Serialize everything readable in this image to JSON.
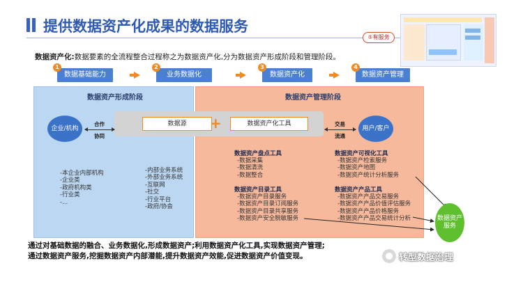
{
  "header": {
    "title": "提供数据资产化成果的数据服务",
    "tag": "⑤有服务"
  },
  "intro": {
    "label": "数据资产化:",
    "text": "数据要素的全流程整合过程称之为数据资产化,分为数据资产形成阶段和管理阶段。"
  },
  "steps": [
    {
      "num": "1",
      "label": "数据基础能力"
    },
    {
      "num": "2",
      "label": "业务数据化"
    },
    {
      "num": "3",
      "label": "数据资产化"
    },
    {
      "num": "4",
      "label": "数据资产管理"
    }
  ],
  "left_panel": {
    "title": "数据资产形成阶段",
    "entity": "企业/机构",
    "link_top": "合作",
    "link_bottom": "协同",
    "list_a": [
      "-本企业内部机构",
      "-企业类",
      "-政府机构类",
      "-行业类",
      "-..."
    ],
    "list_b": [
      "-内部业务系统",
      "-外部业务系统",
      "-互联网",
      "-社交",
      "-行业平台",
      "-政府/协会"
    ]
  },
  "center": {
    "source": "数据源",
    "tool": "数据资产化工具",
    "plus": "+"
  },
  "right_panel": {
    "title": "数据资产管理阶段",
    "link_top": "交易",
    "link_bottom": "流通",
    "user": "用户/客户",
    "groups": [
      {
        "title": "数据资产盘点工具",
        "items": [
          "-数据采集",
          "-数据清洗",
          "-数据整合"
        ]
      },
      {
        "title": "数据资产目录工具",
        "items": [
          "-数据资产目录服务",
          "-数据资产目录订阅服务",
          "-数据资产目录共享服务",
          "-数据资产安全脱敏服务"
        ]
      },
      {
        "title": "数据资产可视化工具",
        "items": [
          "-数据资产检索服务",
          "-数据资产地图",
          "-数据资产统计分析服务"
        ]
      },
      {
        "title": "数据资产产品工具",
        "items": [
          "-数据资产产品交易服务",
          "-数据资产产品价值评估服务",
          "-数据资产产品价格服务",
          "-数据资产产品交易统计分析"
        ]
      }
    ]
  },
  "service": {
    "label": "数据资产服务"
  },
  "summary": {
    "line1": "通过对基础数据的融合、业务数据化,形成数据资产;利用数据资产化工具,实现数据资产管理;",
    "line2": "通过数据资产服务,挖掘数据资产内部潜能,提升数据资产效能,促进数据资产价值变现。"
  },
  "watermark": {
    "text": "转型数据治理"
  },
  "colors": {
    "title": "#2f5ab4",
    "step": "#4a80d2",
    "accent": "#f08a24",
    "left_panel": "#bcd7f2",
    "right_panel": "#f7b99c",
    "service": "#5fbf2e"
  }
}
